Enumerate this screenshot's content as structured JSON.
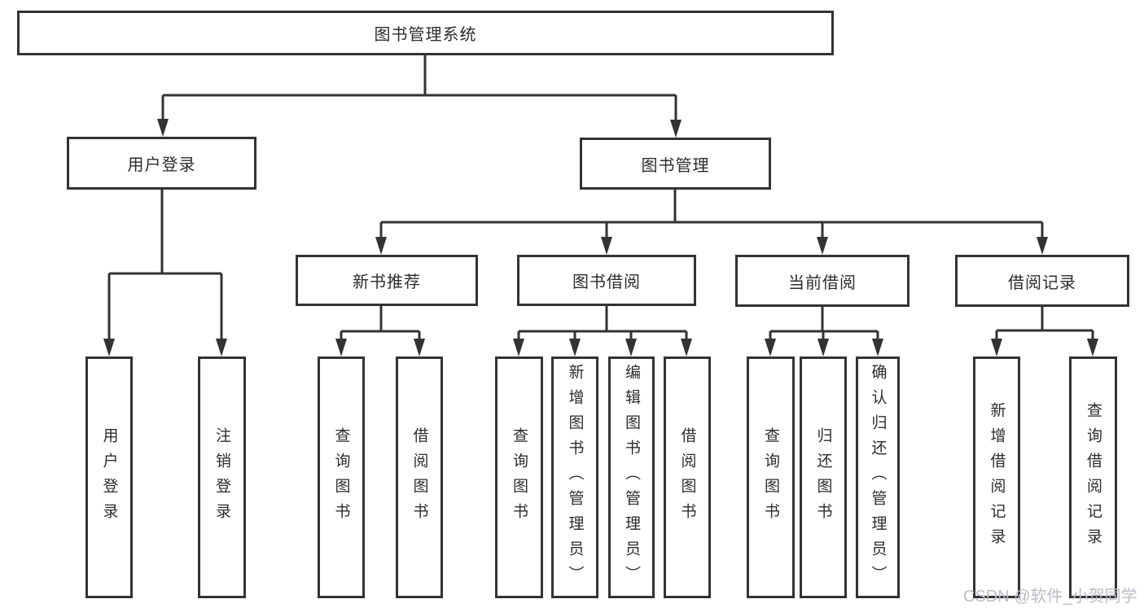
{
  "tree": {
    "root": {
      "label": "图书管理系统"
    },
    "branches": [
      {
        "label": "用户登录",
        "leaves": [
          {
            "label": "用户登录"
          },
          {
            "label": "注销登录"
          }
        ]
      },
      {
        "label": "图书管理",
        "groups": [
          {
            "label": "新书推荐",
            "leaves": [
              {
                "label": "查询图书"
              },
              {
                "label": "借阅图书"
              }
            ]
          },
          {
            "label": "图书借阅",
            "leaves": [
              {
                "label": "查询图书"
              },
              {
                "label": "新增图书（管理员）"
              },
              {
                "label": "编辑图书（管理员）"
              },
              {
                "label": "借阅图书"
              }
            ]
          },
          {
            "label": "当前借阅",
            "leaves": [
              {
                "label": "查询图书"
              },
              {
                "label": "归还图书"
              },
              {
                "label": "确认归还（管理员）"
              }
            ]
          },
          {
            "label": "借阅记录",
            "leaves": [
              {
                "label": "新增借阅记录"
              },
              {
                "label": "查询借阅记录"
              }
            ]
          }
        ]
      }
    ]
  },
  "watermark": {
    "text": "CSDN @软件_小贺同学"
  },
  "colors": {
    "line": "#333333",
    "text": "#2d2d2d",
    "background": "#ffffff",
    "watermark": "#b9bdc4"
  }
}
